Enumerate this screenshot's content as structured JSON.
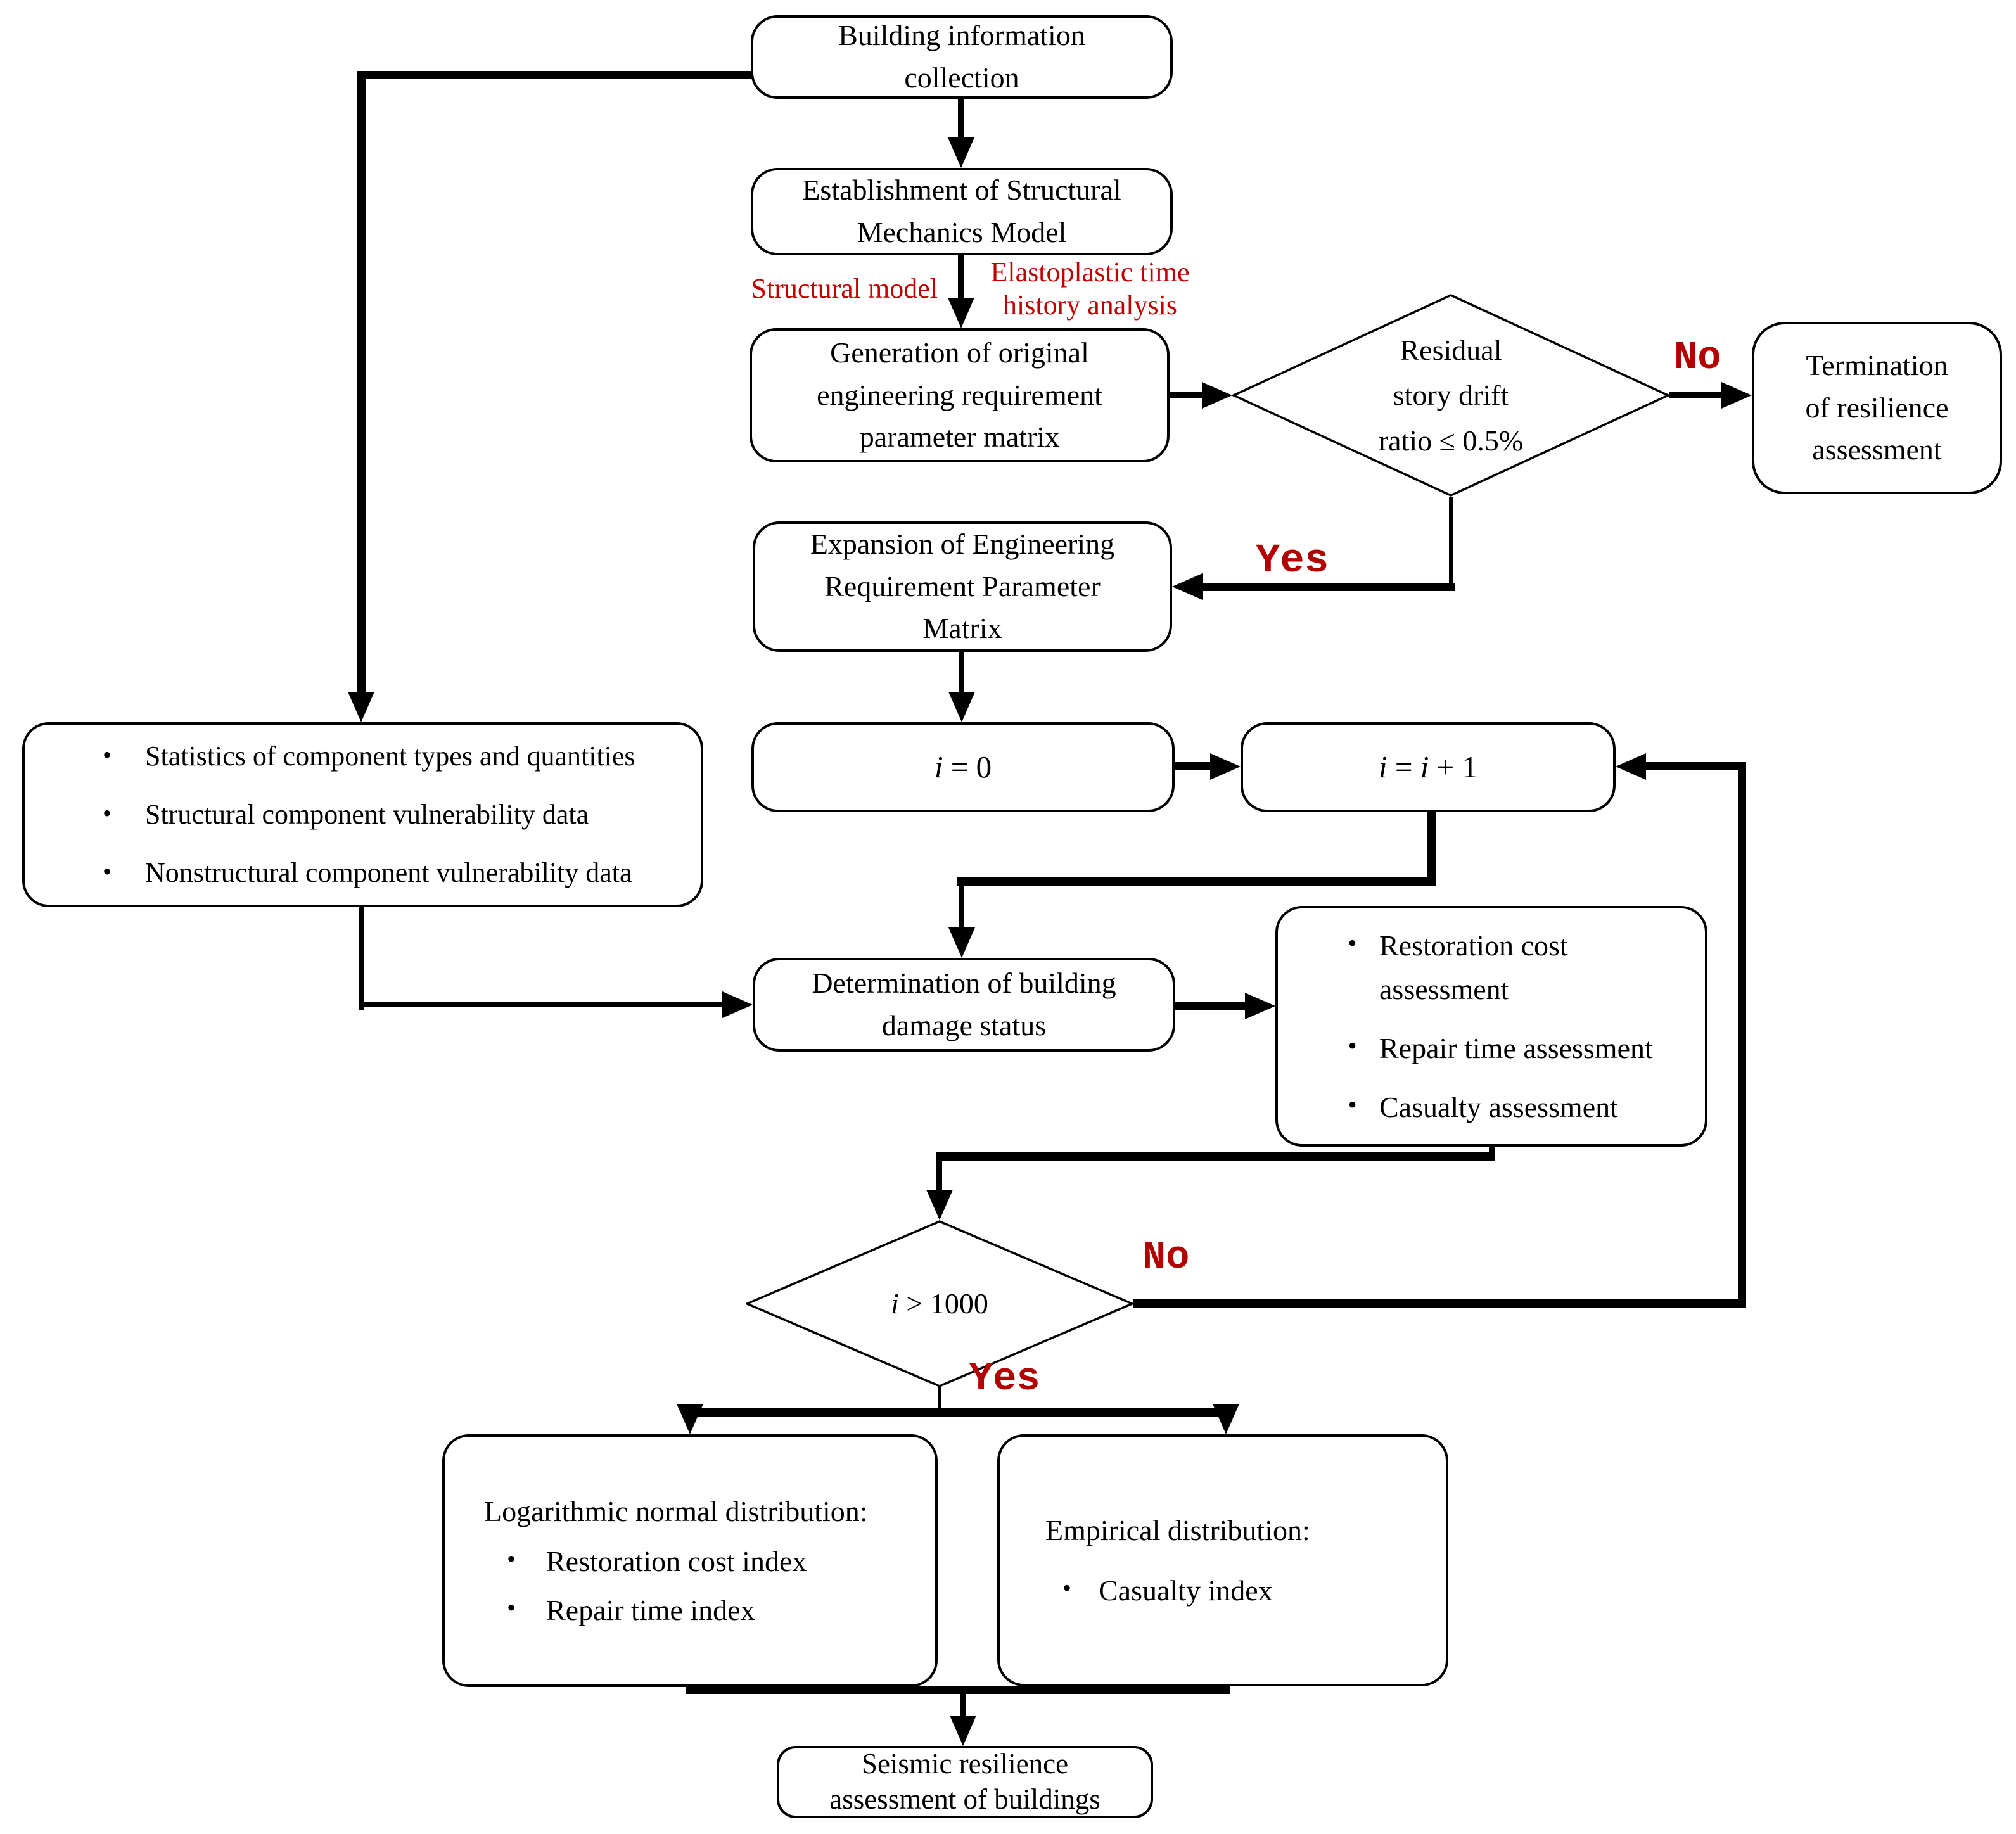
{
  "nodes": {
    "building_info": {
      "lines": [
        "Building information",
        "collection"
      ]
    },
    "establishment": {
      "lines": [
        "Establishment of Structural",
        "Mechanics Model"
      ]
    },
    "generation": {
      "lines": [
        "Generation of original",
        "engineering requirement",
        "parameter matrix"
      ]
    },
    "residual_decision": {
      "lines": [
        "Residual",
        "story drift",
        "ratio ≤ 0.5%"
      ]
    },
    "termination": {
      "lines": [
        "Termination",
        "of resilience",
        "assessment"
      ]
    },
    "expansion": {
      "lines": [
        "Expansion of Engineering",
        "Requirement Parameter",
        "Matrix"
      ]
    },
    "i_init": {
      "runs": [
        {
          "t": "i",
          "italic": true
        },
        {
          "t": " = 0"
        }
      ]
    },
    "i_incr": {
      "runs": [
        {
          "t": "i",
          "italic": true
        },
        {
          "t": " = "
        },
        {
          "t": "i",
          "italic": true
        },
        {
          "t": " + 1"
        }
      ]
    },
    "component_data": {
      "bullets": [
        "Statistics of component types and quantities",
        "Structural component vulnerability data",
        "Nonstructural component vulnerability data"
      ]
    },
    "determination": {
      "lines": [
        "Determination of building",
        "damage status"
      ]
    },
    "assessments": {
      "bullets": [
        "Restoration cost assessment",
        "Repair time assessment",
        "Casualty assessment"
      ]
    },
    "iter_decision": {
      "runs": [
        {
          "t": "i",
          "italic": true
        },
        {
          "t": " > 1000"
        }
      ]
    },
    "lognormal": {
      "title": "Logarithmic normal distribution:",
      "bullets": [
        "Restoration cost index",
        "Repair time index"
      ]
    },
    "empirical": {
      "title": "Empirical distribution:",
      "bullets": [
        "Casualty index"
      ]
    },
    "seismic": {
      "lines": [
        "Seismic resilience",
        "assessment of buildings"
      ]
    }
  },
  "edge_labels": {
    "structural_model": "Structural model",
    "elastoplastic": {
      "lines": [
        "Elastoplastic time",
        "history analysis"
      ]
    },
    "no_residual": "No",
    "yes_residual": "Yes",
    "no_iter": "No",
    "yes_iter": "Yes"
  },
  "colors": {
    "annotation_red": "#c00000",
    "decision_red": "#b30000",
    "line_black": "#000000"
  }
}
